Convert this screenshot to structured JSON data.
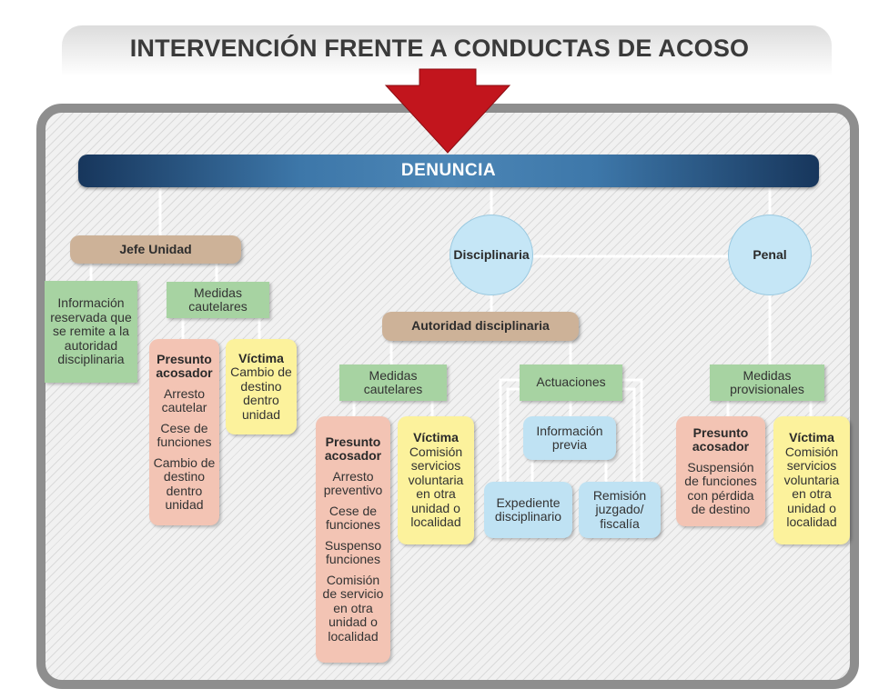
{
  "title": "INTERVENCIÓN FRENTE A CONDUCTAS DE ACOSO",
  "root": "DENUNCIA",
  "colors": {
    "arrow": "#c2151d",
    "denuncia": "#2f6395",
    "brown": "#cdb298",
    "green": "#a7d3a2",
    "pink": "#f3c4b4",
    "yellow": "#fcf29c",
    "blue": "#bfe2f3",
    "frame": "#8e8e8e"
  },
  "jefe": {
    "label": "Jefe Unidad",
    "info": "Información reservada que se remite a la autoridad disciplinaria",
    "medidas": "Medidas cautelares",
    "presunto": {
      "title": "Presunto acosador",
      "items": [
        "Arresto cautelar",
        "Cese de funciones",
        "Cambio de destino dentro unidad"
      ]
    },
    "victima": {
      "title": "Víctima",
      "text": "Cambio de destino dentro unidad"
    }
  },
  "disciplinaria": {
    "label": "Disciplinaria",
    "autoridad": "Autoridad disciplinaria",
    "medidas": "Medidas cautelares",
    "presunto": {
      "title": "Presunto acosador",
      "items": [
        "Arresto preventivo",
        "Cese de funciones",
        "Suspenso funciones",
        "Comisión de servicio en otra unidad o localidad"
      ]
    },
    "victima": {
      "title": "Víctima",
      "text": "Comisión servicios voluntaria en otra unidad o localidad"
    },
    "actuaciones": "Actuaciones",
    "info_previa": "Información previa",
    "expediente": "Expediente disciplinario",
    "remision": "Remisión juzgado/ fiscalía"
  },
  "penal": {
    "label": "Penal",
    "medidas": "Medidas provisionales",
    "presunto": {
      "title": "Presunto acosador",
      "text": "Suspensión de funciones con pérdida de destino"
    },
    "victima": {
      "title": "Víctima",
      "text": "Comisión servicios voluntaria en otra unidad o localidad"
    }
  }
}
